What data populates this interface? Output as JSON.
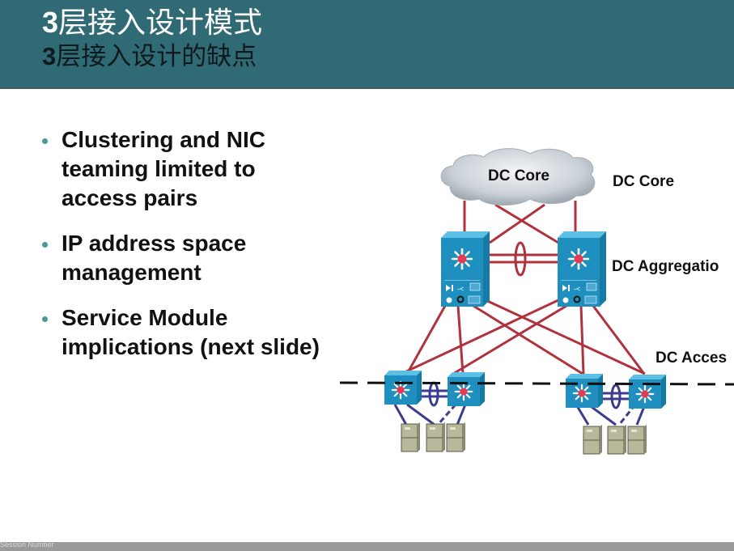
{
  "header": {
    "title_num": "3",
    "title_rest": "层接入设计模式",
    "subtitle_num": "3",
    "subtitle_rest": "层接入设计的缺点",
    "background_color": "#2f6a75"
  },
  "bullets": [
    {
      "text": "Clustering and NIC teaming limited to access pairs",
      "lines": [
        "Clustering and NIC",
        "teaming limited to",
        "access pairs"
      ]
    },
    {
      "text": "IP address space management",
      "lines": [
        "IP address space",
        "management"
      ]
    },
    {
      "text": "Service Module implications (next slide)",
      "lines": [
        "Service Module",
        "implications (next slide)"
      ]
    }
  ],
  "diagram": {
    "cloud_label": "DC Core",
    "layer_labels": {
      "core": "DC Core",
      "aggregation": "DC Aggregatio",
      "access": "DC Acces"
    },
    "icons": {
      "cloud": "cloud-icon",
      "aggregation_switch": "multilayer-switch-icon",
      "access_switch": "layer3-switch-icon",
      "server": "server-icon"
    },
    "colors": {
      "uplink": "#b0323c",
      "access_link": "#3c3c8c",
      "switch_blue": "#1f8fbf",
      "server": "#b8b89a"
    },
    "access_pairs": 2,
    "servers_per_pair": 3
  },
  "footer": {
    "text": "Session Number"
  }
}
